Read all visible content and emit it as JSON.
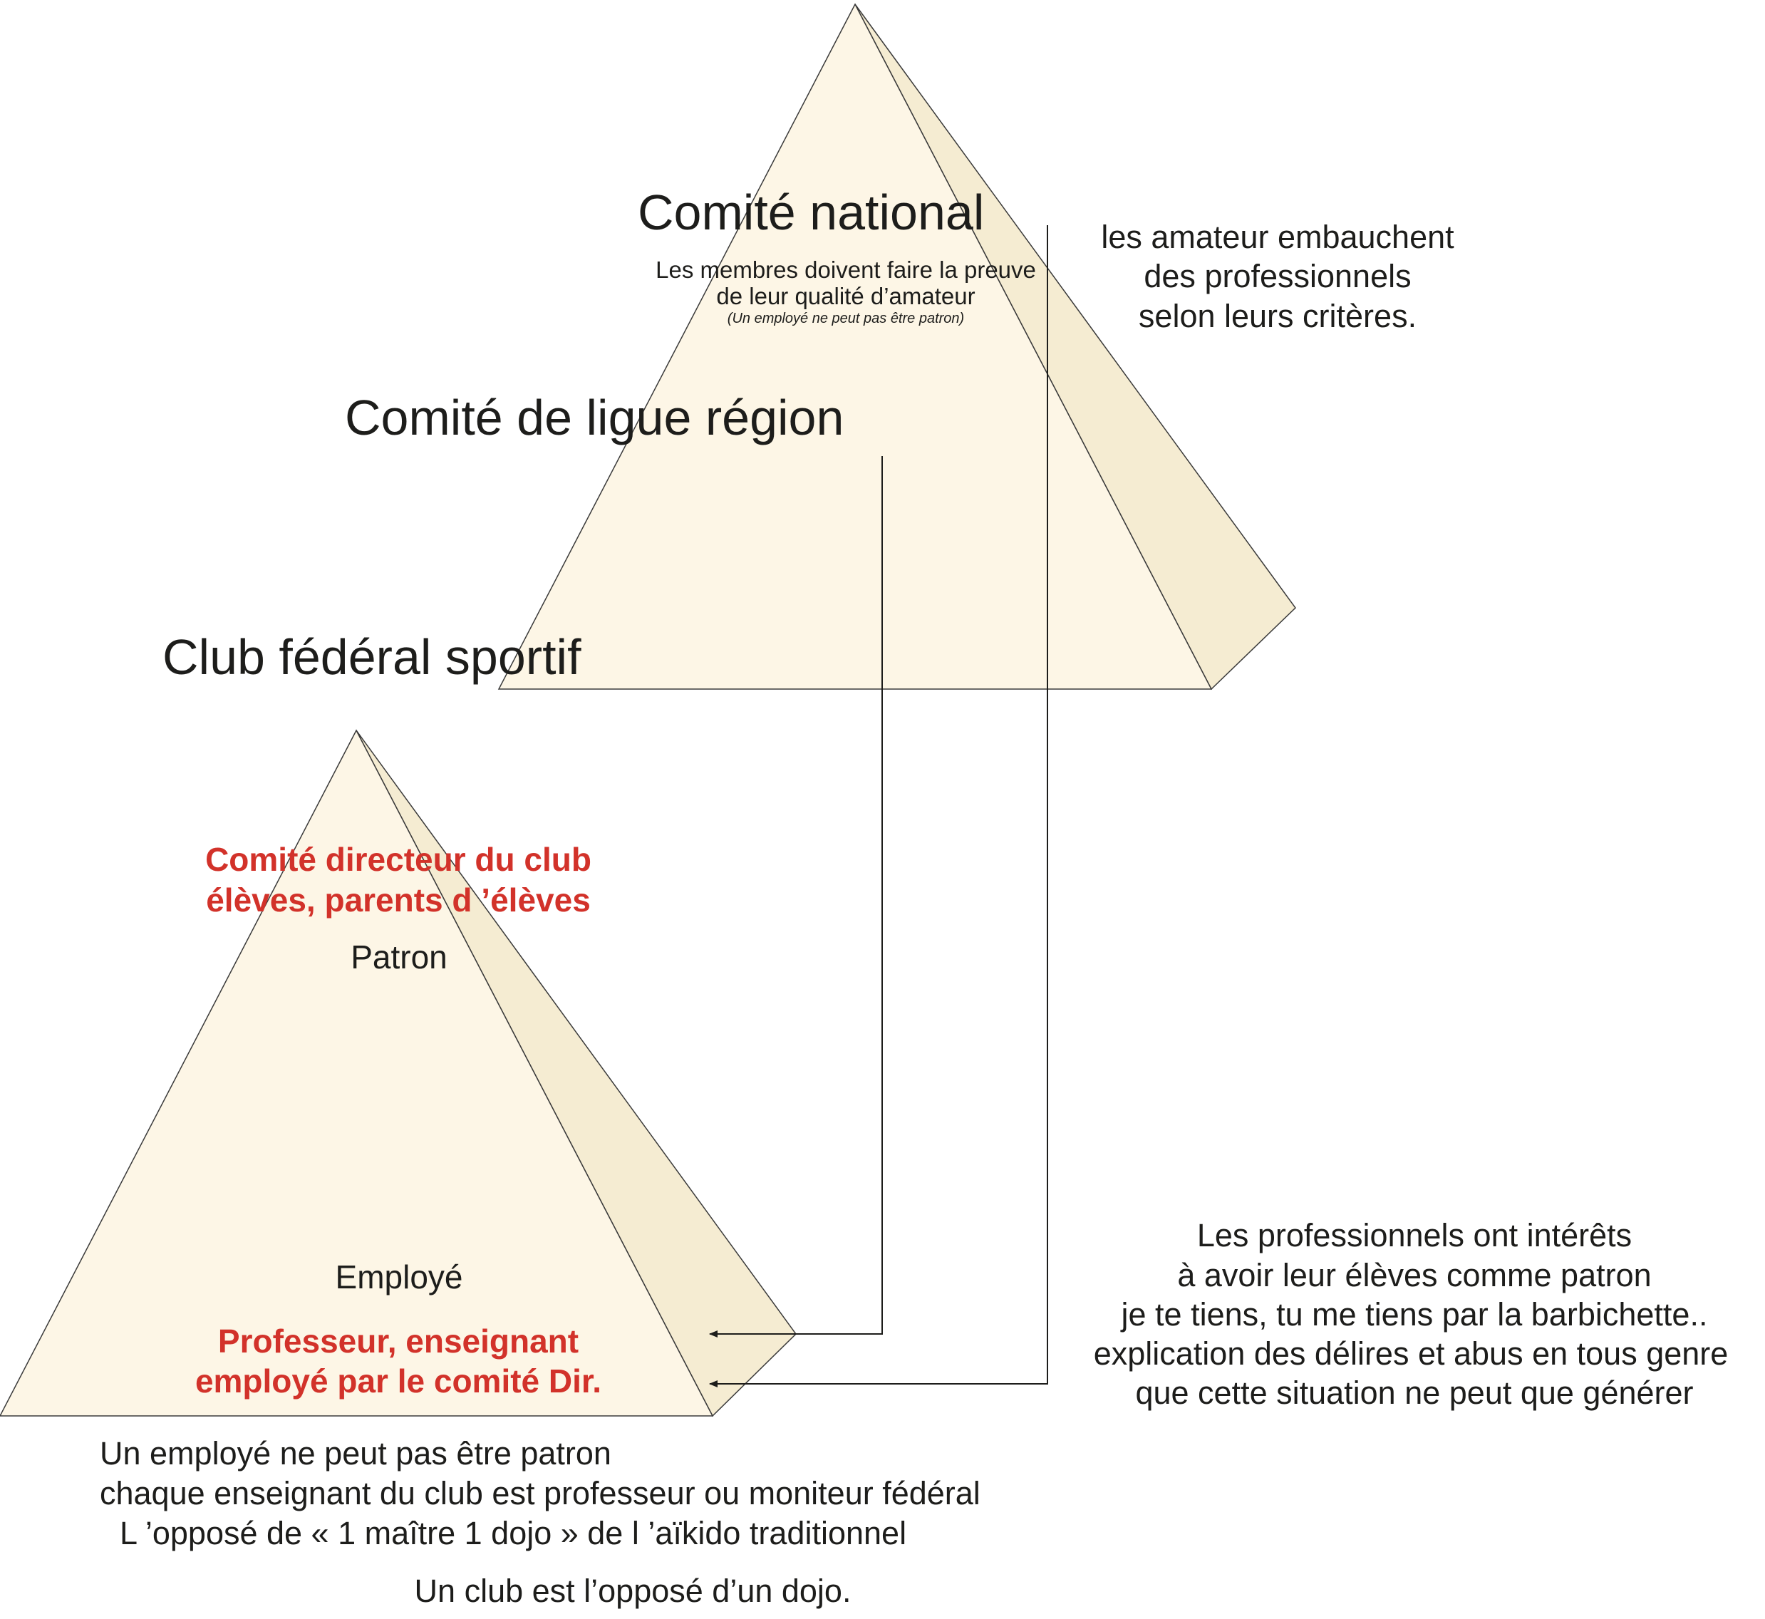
{
  "colors": {
    "pyramid_face": "#fdf6e6",
    "pyramid_side": "#f5ecd2",
    "outline": "#3a3a3a",
    "highlight": "#d2322a"
  },
  "top_pyramid": {
    "level_national": "Comité national",
    "note_line1": "Les membres doivent faire la preuve",
    "note_line2": "de leur qualité d’amateur",
    "note_small": "(Un employé ne peut pas être patron)",
    "level_region": "Comité de ligue région",
    "level_club": "Club fédéral sportif"
  },
  "right_note_top": {
    "line1": "les amateur embauchent",
    "line2": "des professionnels",
    "line3": "selon leurs critères."
  },
  "bottom_pyramid": {
    "red_line1": "Comité directeur du club",
    "red_line2": "élèves, parents d ’élèves",
    "patron": "Patron",
    "employe": "Employé",
    "red_line3": "Professeur, enseignant",
    "red_line4": "employé par le comité Dir."
  },
  "right_note_bottom": {
    "line1": "Les professionnels ont intérêts",
    "line2": "à avoir leur élèves comme patron",
    "line3": "je te tiens,  tu me tiens par la barbichette..",
    "line4": "explication des délires et abus en tous genre",
    "line5": "que cette situation ne peut que générer"
  },
  "footer": {
    "line1": "Un employé ne peut pas être patron",
    "line2": "chaque enseignant du club est professeur ou moniteur fédéral",
    "line3": "L ’opposé de « 1 maître 1 dojo » de l ’aïkido traditionnel",
    "line4": "Un club est l’opposé d’un dojo."
  }
}
